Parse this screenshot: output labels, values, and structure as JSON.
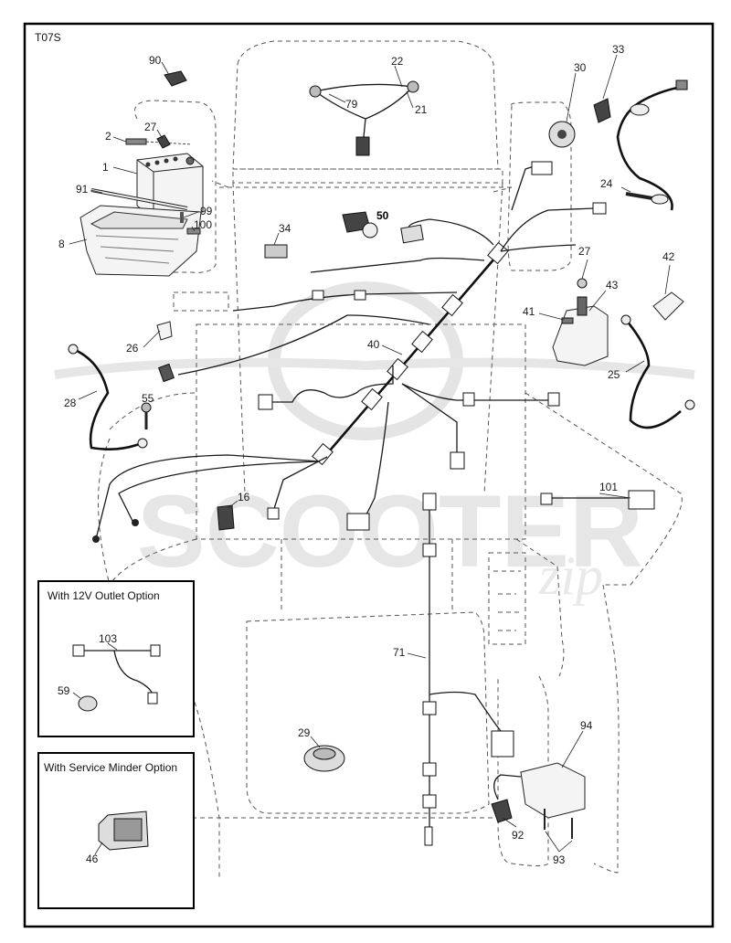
{
  "diagram_code": "T07S",
  "watermark": {
    "brand": "SCOOTER",
    "suffix": "zip"
  },
  "options": {
    "outlet": {
      "title": "With 12V Outlet Option",
      "parts": [
        "103",
        "59"
      ]
    },
    "service_minder": {
      "title": "With Service Minder Option",
      "parts": [
        "46"
      ]
    }
  },
  "callouts": [
    "90",
    "2",
    "27",
    "1",
    "91",
    "99",
    "100",
    "8",
    "22",
    "79",
    "21",
    "30",
    "33",
    "24",
    "34",
    "50",
    "27",
    "42",
    "41",
    "43",
    "26",
    "40",
    "25",
    "28",
    "55",
    "16",
    "101",
    "71",
    "29",
    "94",
    "92",
    "93"
  ]
}
